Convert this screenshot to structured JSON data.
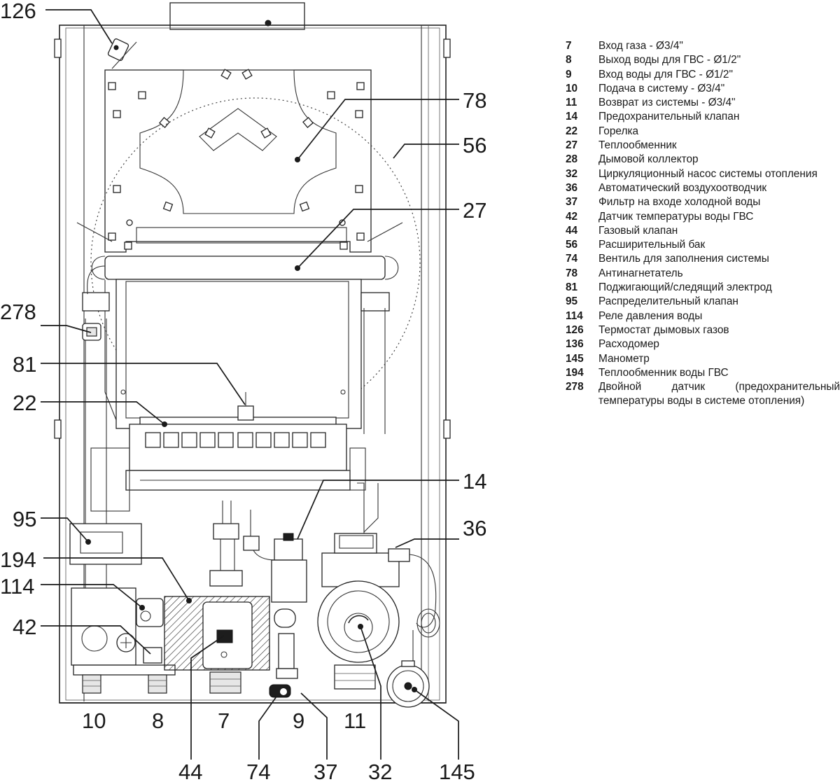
{
  "legend": [
    {
      "num": "7",
      "text": "Вход газа - Ø3/4\""
    },
    {
      "num": "8",
      "text": "Выход воды для ГВС - Ø1/2\""
    },
    {
      "num": "9",
      "text": "Вход воды для ГВС - Ø1/2\""
    },
    {
      "num": "10",
      "text": "Подача в систему - Ø3/4\""
    },
    {
      "num": "11",
      "text": "Возврат из системы - Ø3/4\""
    },
    {
      "num": "14",
      "text": "Предохранительный клапан"
    },
    {
      "num": "22",
      "text": "Горелка"
    },
    {
      "num": "27",
      "text": "Теплообменник"
    },
    {
      "num": "28",
      "text": "Дымовой коллектор"
    },
    {
      "num": "32",
      "text": "Циркуляционный насос системы отопления"
    },
    {
      "num": "36",
      "text": "Автоматический воздухоотводчик"
    },
    {
      "num": "37",
      "text": "Фильтр на входе холодной воды"
    },
    {
      "num": "42",
      "text": "Датчик температуры воды ГВС"
    },
    {
      "num": "44",
      "text": "Газовый клапан"
    },
    {
      "num": "56",
      "text": "Расширительный бак"
    },
    {
      "num": "74",
      "text": "Вентиль для заполнения системы"
    },
    {
      "num": "78",
      "text": "Антинагнетатель"
    },
    {
      "num": "81",
      "text": "Поджигающий/следящий электрод"
    },
    {
      "num": "95",
      "text": "Распределительный клапан"
    },
    {
      "num": "114",
      "text": "Реле давления воды"
    },
    {
      "num": "126",
      "text": "Термостат дымовых газов"
    },
    {
      "num": "136",
      "text": "Расходомер"
    },
    {
      "num": "145",
      "text": "Манометр"
    },
    {
      "num": "194",
      "text": "Теплообменник воды ГВС"
    },
    {
      "num": "278",
      "text": "Двойной датчик (предохранительный температуры воды в системе отопления)"
    }
  ],
  "callouts": {
    "c126": "126",
    "c78": "78",
    "c56": "56",
    "c27": "27",
    "c278": "278",
    "c81": "81",
    "c22": "22",
    "c14": "14",
    "c95": "95",
    "c36": "36",
    "c194": "194",
    "c114": "114",
    "c42": "42"
  },
  "connections": {
    "c10": "10",
    "c8": "8",
    "c7": "7",
    "c9": "9",
    "c11": "11"
  },
  "bottom_callouts": {
    "c44": "44",
    "c74": "74",
    "c37": "37",
    "c32": "32",
    "c145": "145"
  }
}
